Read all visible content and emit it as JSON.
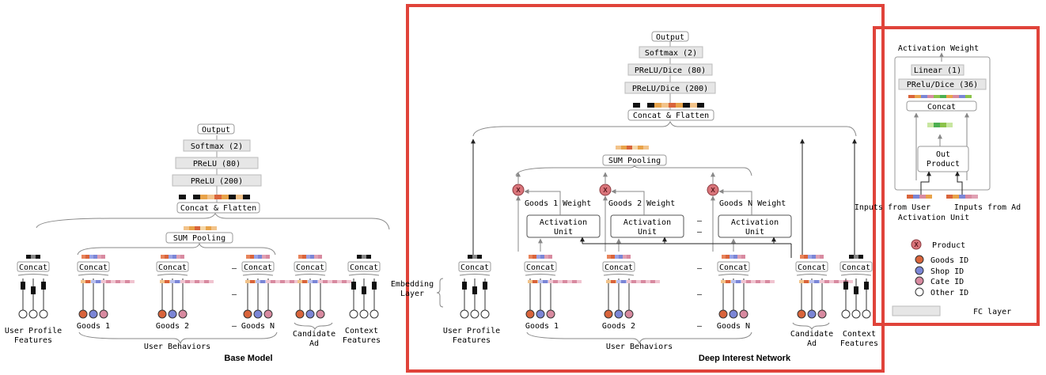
{
  "base_model": {
    "title": "Base Model",
    "output": "Output",
    "softmax": "Softmax (2)",
    "prelu80": "PReLU (80)",
    "prelu200": "PReLU (200)",
    "concat_flatten": "Concat & Flatten",
    "sum_pooling": "SUM Pooling",
    "concat": "Concat",
    "user_profile": "User Profile Features",
    "goods1": "Goods 1",
    "goods2": "Goods 2",
    "goodsN": "Goods N",
    "dash": "–",
    "user_behaviors": "User Behaviors",
    "candidate_ad": "Candidate Ad",
    "context": "Context Features"
  },
  "din": {
    "title": "Deep Interest Network",
    "output": "Output",
    "softmax": "Softmax (2)",
    "prelu80": "PReLU/Dice (80)",
    "prelu200": "PReLU/Dice (200)",
    "concat_flatten": "Concat & Flatten",
    "sum_pooling": "SUM Pooling",
    "goods1_weight": "Goods 1 Weight",
    "goods2_weight": "Goods 2 Weight",
    "goodsN_weight": "Goods N Weight",
    "activation_unit": "Activation Unit",
    "embedding_layer": "Embedding Layer",
    "concat": "Concat",
    "user_profile": "User Profile Features",
    "goods1": "Goods 1",
    "goods2": "Goods 2",
    "goodsN": "Goods N",
    "dash": "–",
    "user_behaviors": "User Behaviors",
    "candidate_ad": "Candidate Ad",
    "context": "Context Features"
  },
  "activation_panel": {
    "title": "Activation Weight",
    "linear": "Linear (1)",
    "prelu36": "PRelu/Dice (36)",
    "concat": "Concat",
    "out_product": "Out Product",
    "inputs_user": "Inputs from User",
    "inputs_ad": "Inputs from Ad",
    "activation_unit": "Activation Unit"
  },
  "legend": {
    "product_symbol": "X",
    "product": "Product",
    "goods_id": "Goods ID",
    "shop_id": "Shop ID",
    "cate_id": "Cate ID",
    "other_id": "Other ID",
    "fc_layer": "FC layer"
  },
  "colors": {
    "highlight_border": "#e0433a",
    "goods": "#d9643b",
    "shop": "#7b86d6",
    "cate": "#d88aa0",
    "other": "#ffffff",
    "fc": "#e6e6e6",
    "product_fill": "#d9747a",
    "emb_orange": "#e8a34a"
  }
}
